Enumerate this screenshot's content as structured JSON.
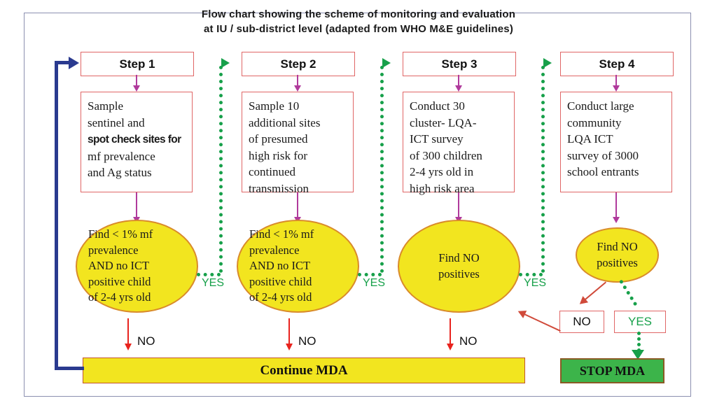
{
  "title": {
    "line1": "Flow chart showing the scheme of monitoring and evaluation",
    "line2": "at IU / sub-district level (adapted from WHO M&E guidelines)"
  },
  "colors": {
    "frame_border": "#8b8fb0",
    "box_border": "#e06666",
    "oval_fill": "#f2e51f",
    "oval_border": "#d98b2b",
    "yes_green": "#17a04a",
    "no_red": "#e8231e",
    "connector_magenta": "#b03a9c",
    "return_navy": "#2a3a8f",
    "stop_green": "#3cb44a",
    "mda_yellow": "#f2e51f"
  },
  "columns": [
    {
      "step_label": "Step 1",
      "description": [
        {
          "text": "Sample",
          "bold": false
        },
        {
          "text": "sentinel and",
          "bold": false
        },
        {
          "text": "spot check sites for",
          "bold": true
        },
        {
          "text": "mf prevalence",
          "bold": false
        },
        {
          "text": "and Ag status",
          "bold": false
        }
      ],
      "decision": [
        "Find < 1% mf",
        "prevalence",
        "AND no ICT",
        "positive child",
        "of 2-4 yrs old"
      ],
      "decision_align": "left",
      "yes_label": "YES",
      "no_label": "NO"
    },
    {
      "step_label": "Step 2",
      "description": [
        {
          "text": "Sample    10",
          "bold": false
        },
        {
          "text": "additional sites",
          "bold": false
        },
        {
          "text": "of presumed",
          "bold": false
        },
        {
          "text": "high risk for",
          "bold": false
        },
        {
          "text": "continued",
          "bold": false
        },
        {
          "text": "transmission",
          "bold": false
        }
      ],
      "decision": [
        "Find < 1% mf",
        "prevalence",
        "AND no ICT",
        "positive child",
        "of 2-4 yrs old"
      ],
      "decision_align": "left",
      "yes_label": "YES",
      "no_label": "NO"
    },
    {
      "step_label": "Step 3",
      "description": [
        {
          "text": "Conduct 30",
          "bold": false
        },
        {
          "text": "cluster- LQA-",
          "bold": false
        },
        {
          "text": "ICT survey",
          "bold": false
        },
        {
          "text": "of 300 children",
          "bold": false
        },
        {
          "text": "2-4 yrs old in",
          "bold": false
        },
        {
          "text": "high risk area",
          "bold": false
        }
      ],
      "decision": [
        "Find NO",
        "positives"
      ],
      "decision_align": "center",
      "yes_label": "YES",
      "no_label": "NO"
    },
    {
      "step_label": "Step 4",
      "description": [
        {
          "text": "Conduct large",
          "bold": false
        },
        {
          "text": "community",
          "bold": false
        },
        {
          "text": "LQA ICT",
          "bold": false
        },
        {
          "text": "survey of 3000",
          "bold": false
        },
        {
          "text": "school entrants",
          "bold": false
        }
      ],
      "decision": [
        "Find NO",
        "positives"
      ],
      "decision_align": "center",
      "yes_label": "YES",
      "no_label": "NO"
    }
  ],
  "outcome": {
    "no_box_label": "NO",
    "yes_box_label": "YES",
    "continue_label": "Continue MDA",
    "stop_label": "STOP MDA"
  }
}
